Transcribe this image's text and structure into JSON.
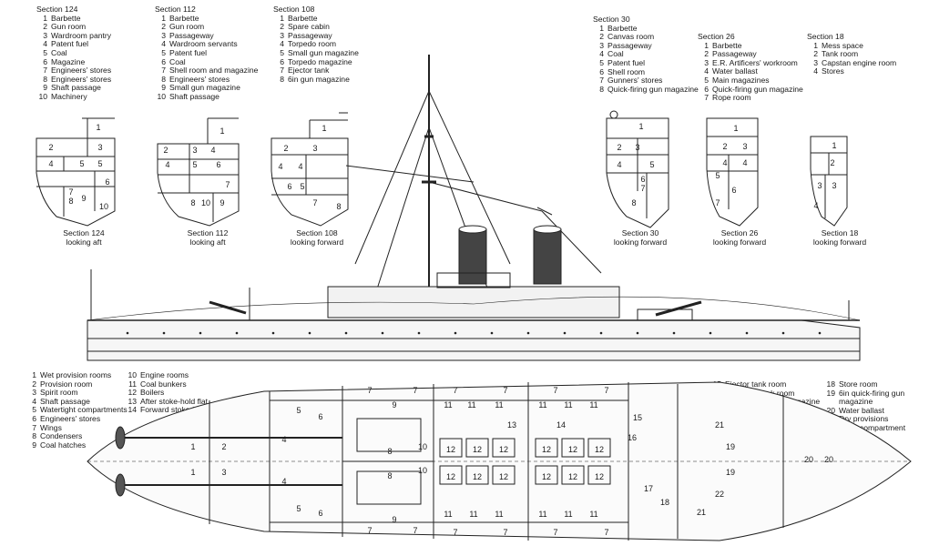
{
  "sections": [
    {
      "title": "Section 124",
      "items": [
        "Barbette",
        "Gun room",
        "Wardroom pantry",
        "Patent fuel",
        "Coal",
        "Magazine",
        "Engineers' stores",
        "Engineers' stores",
        "Shaft passage",
        "Machinery"
      ],
      "caption": [
        "Section 124",
        "looking aft"
      ]
    },
    {
      "title": "Section 112",
      "items": [
        "Barbette",
        "Gun room",
        "Passageway",
        "Wardroom servants",
        "Patent fuel",
        "Coal",
        "Shell room and magazine",
        "Engineers' stores",
        "Small gun magazine",
        "Shaft passage"
      ],
      "caption": [
        "Section 112",
        "looking aft"
      ]
    },
    {
      "title": "Section 108",
      "items": [
        "Barbette",
        "Spare cabin",
        "Passageway",
        "Torpedo room",
        "Small gun magazine",
        "Torpedo magazine",
        "Ejector tank",
        "6in gun magazine"
      ],
      "caption": [
        "Section 108",
        "looking forward"
      ]
    },
    {
      "title": "Section 30",
      "items": [
        "Barbette",
        "Canvas room",
        "Passageway",
        "Coal",
        "Patent fuel",
        "Shell room",
        "Gunners' stores",
        "Quick-firing gun magazine"
      ],
      "caption": [
        "Section 30",
        "looking forward"
      ]
    },
    {
      "title": "Section 26",
      "items": [
        "Barbette",
        "Passageway",
        "E.R. Artificers' workroom",
        "Water ballast",
        "Main magazines",
        "Quick-firing gun magazine",
        "Rope room"
      ],
      "caption": [
        "Section 26",
        "looking forward"
      ]
    },
    {
      "title": "Section 18",
      "items": [
        "Mess space",
        "Tank room",
        "Capstan engine room",
        "Stores"
      ],
      "caption": [
        "Section 18",
        "looking forward"
      ]
    }
  ],
  "plan_key_left": [
    {
      "n": "1",
      "t": "Wet provision rooms"
    },
    {
      "n": "2",
      "t": "Provision room"
    },
    {
      "n": "3",
      "t": "Spirit room"
    },
    {
      "n": "4",
      "t": "Shaft passage"
    },
    {
      "n": "5",
      "t": "Watertight compartments"
    },
    {
      "n": "6",
      "t": "Engineers' stores"
    },
    {
      "n": "7",
      "t": "Wings"
    },
    {
      "n": "8",
      "t": "Condensers"
    },
    {
      "n": "9",
      "t": "Coal hatches"
    }
  ],
  "plan_key_mid": [
    {
      "n": "10",
      "t": "Engine rooms"
    },
    {
      "n": "11",
      "t": "Coal bunkers"
    },
    {
      "n": "12",
      "t": "Boilers"
    },
    {
      "n": "13",
      "t": "After stoke-hold flat"
    },
    {
      "n": "14",
      "t": "Forward stoke-hold flat"
    }
  ],
  "plan_key_right1": [
    {
      "n": "15",
      "t": "Ejector tank room"
    },
    {
      "n": "16",
      "t": "Hydraulic tank room"
    },
    {
      "n": "17",
      "t": "Quick-firing guns magazine"
    }
  ],
  "plan_key_right2": [
    {
      "n": "18",
      "t": "Store room"
    },
    {
      "n": "19",
      "t": "6in quick-firing gun magazine"
    },
    {
      "n": "20",
      "t": "Water ballast"
    },
    {
      "n": "21",
      "t": "Dry provisions"
    },
    {
      "n": "22",
      "t": "Rope compartment"
    }
  ]
}
